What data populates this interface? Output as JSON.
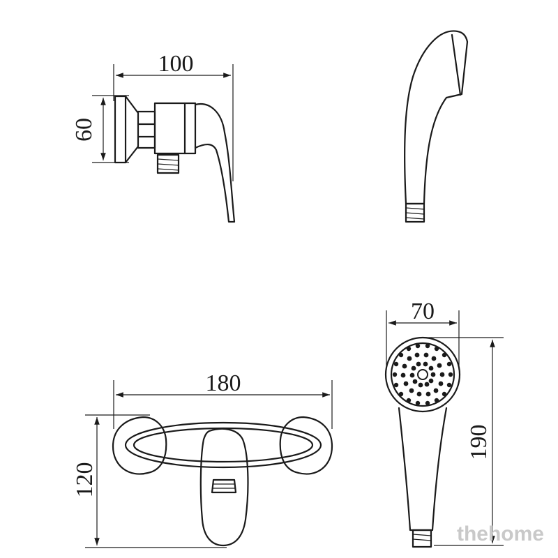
{
  "dimensions": {
    "mixer_side_width": "100",
    "mixer_side_height": "60",
    "mixer_front_width": "180",
    "mixer_front_height": "120",
    "shower_head_width": "70",
    "shower_head_length": "190"
  },
  "watermark": "thehome"
}
